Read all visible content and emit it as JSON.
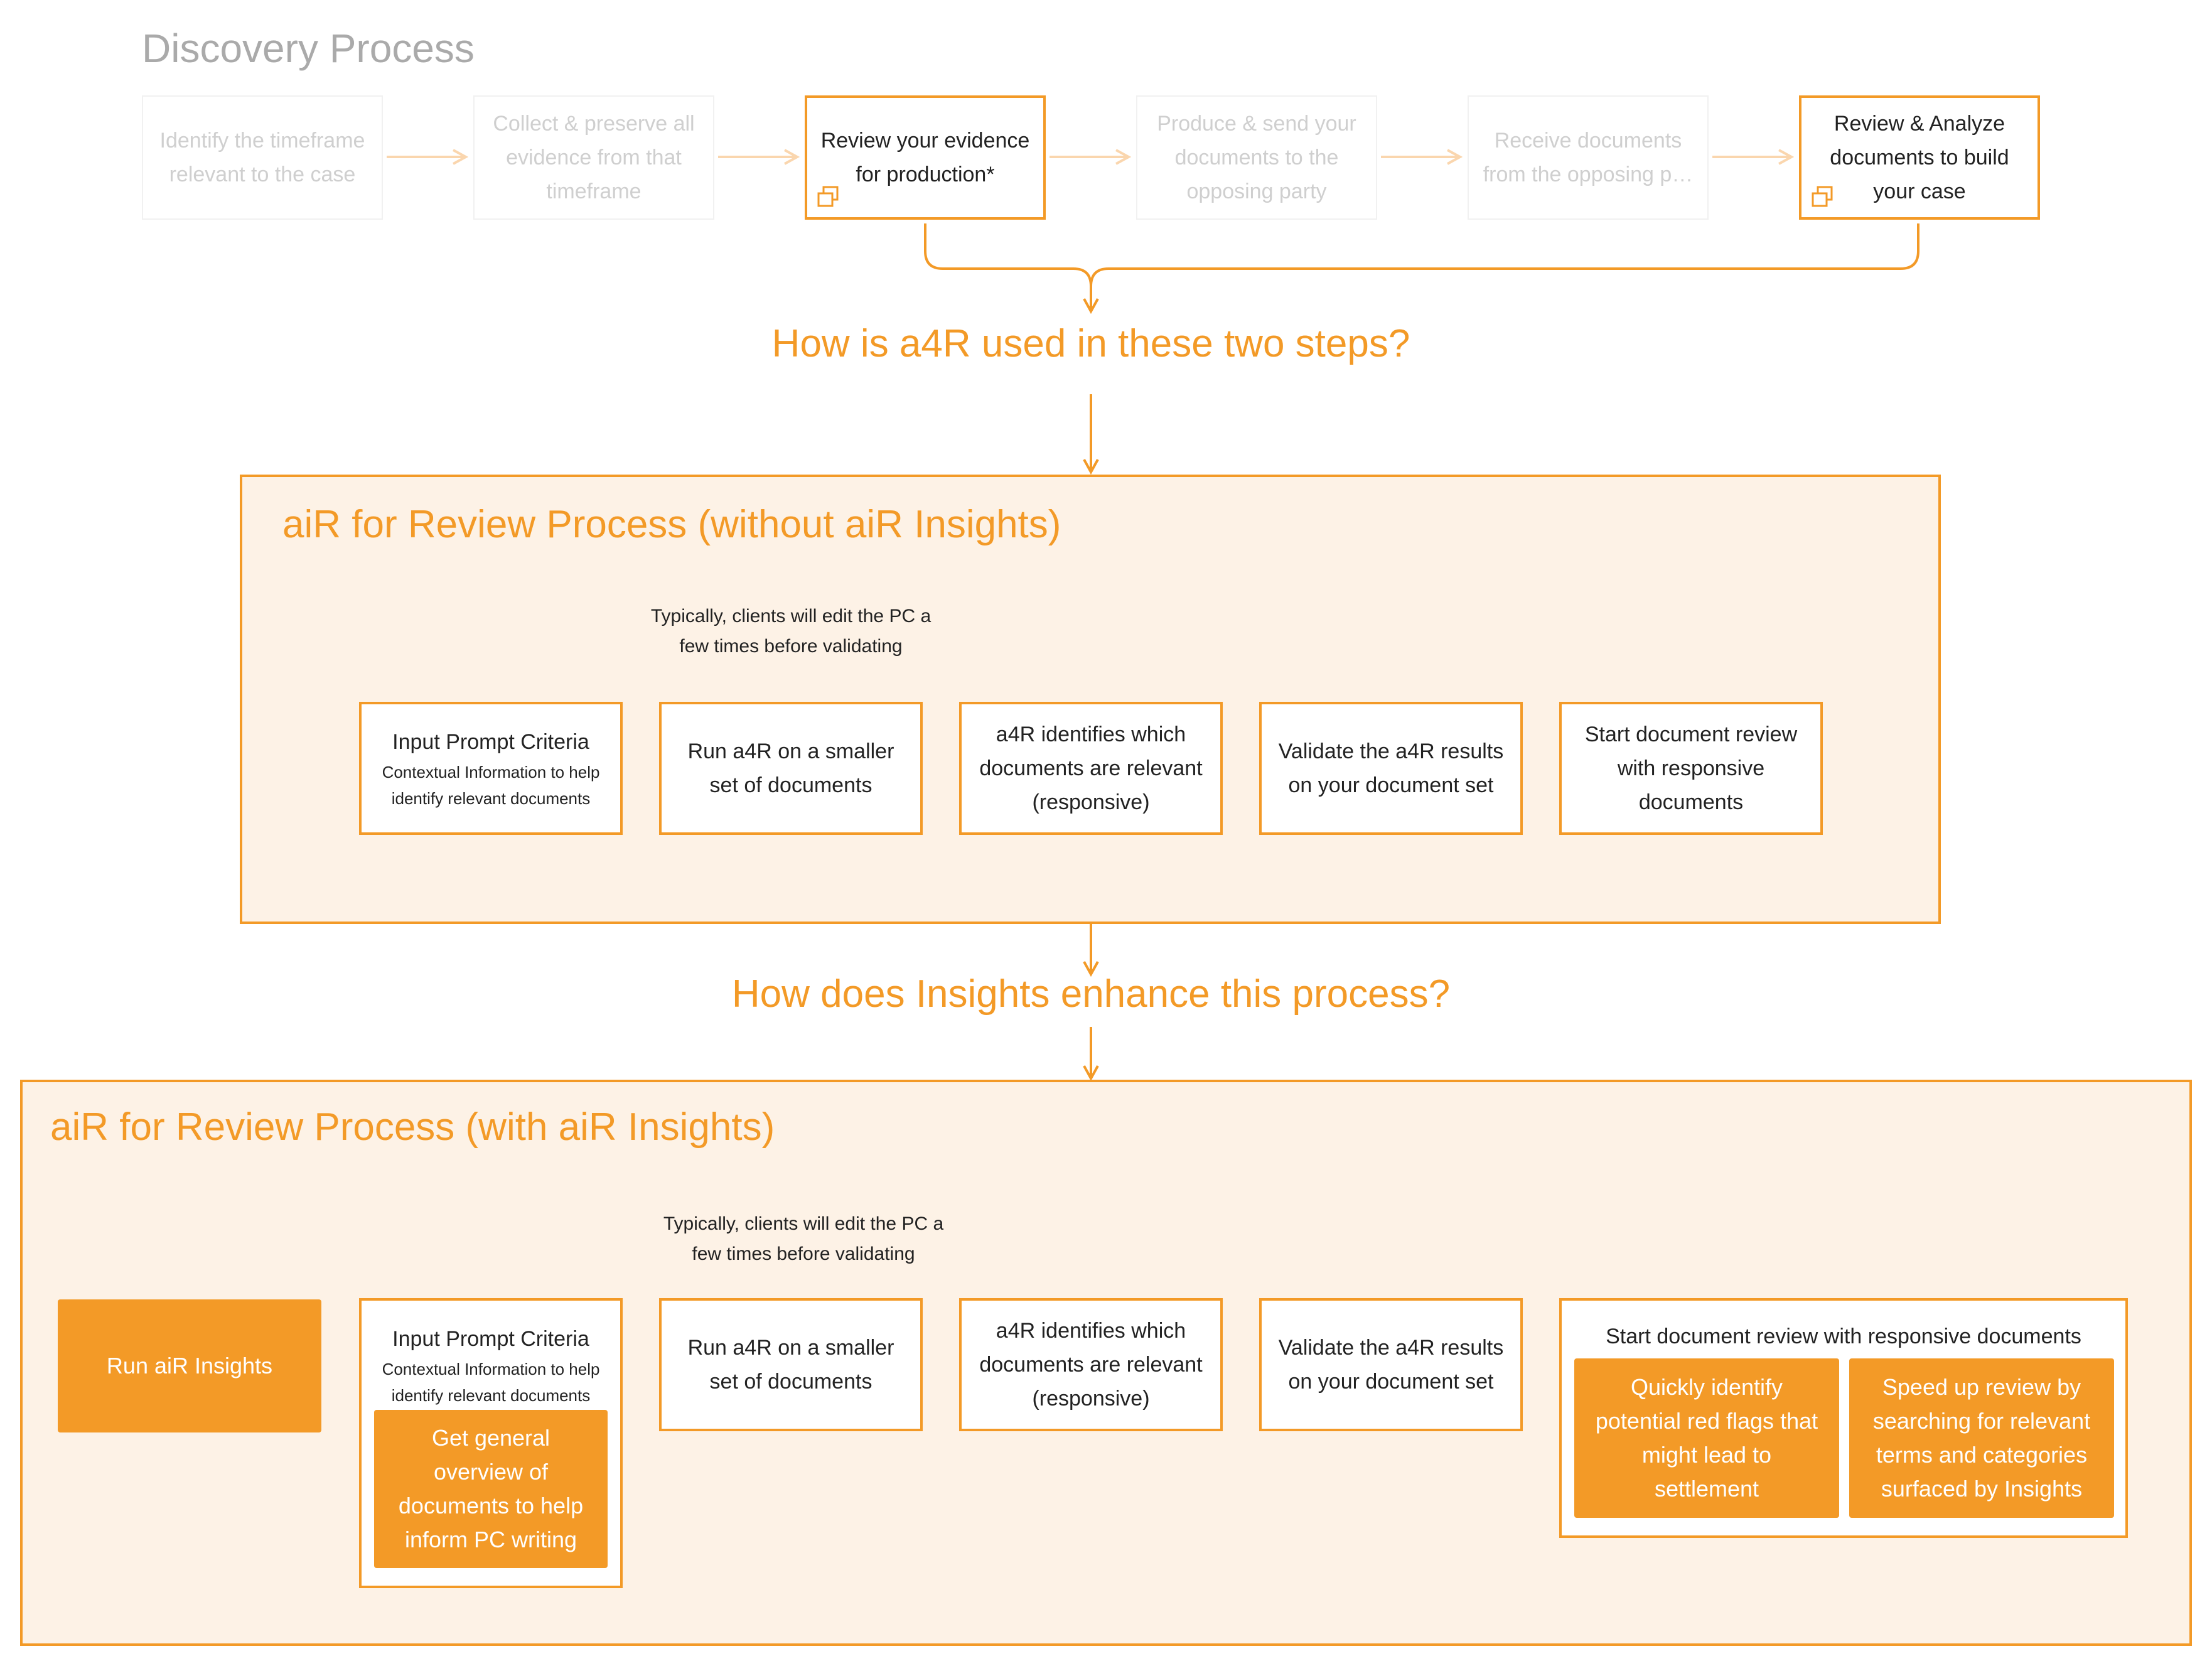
{
  "page_title": "Discovery Process",
  "discovery_steps": [
    {
      "label": "Identify the timeframe\nrelevant to the case",
      "highlighted": false
    },
    {
      "label": "Collect & preserve all\nevidence from that\ntimeframe",
      "highlighted": false
    },
    {
      "label": "Review your evidence\nfor production*",
      "highlighted": true
    },
    {
      "label": "Produce & send your\ndocuments to the\nopposing party",
      "highlighted": false
    },
    {
      "label": "Receive documents\nfrom the opposing p…",
      "highlighted": false
    },
    {
      "label": "Review & Analyze\ndocuments to build\nyour case",
      "highlighted": true
    }
  ],
  "question_1": "How is a4R used in these two steps?",
  "question_2": "How does Insights enhance this process?",
  "panel_without": {
    "title": "aiR for Review Process (without aiR Insights)",
    "loop_note": "Typically, clients will edit the PC a\nfew times before validating",
    "steps": [
      {
        "title": "Input Prompt Criteria",
        "sub": "Contextual Information to help\nidentify relevant documents"
      },
      {
        "title": "Run a4R on a smaller\nset of documents"
      },
      {
        "title": "a4R identifies which\ndocuments are relevant\n(responsive)"
      },
      {
        "title": "Validate the a4R results\non your document set"
      },
      {
        "title": "Start document review\nwith responsive\ndocuments"
      }
    ]
  },
  "panel_with": {
    "title": "aiR for Review Process (with aiR Insights)",
    "loop_note": "Typically, clients will edit the PC a\nfew times before validating",
    "run_insights": "Run aiR Insights",
    "input_step": {
      "title": "Input Prompt Criteria",
      "sub": "Contextual Information to help\nidentify relevant documents",
      "insight": "Get general\noverview of\ndocuments to help\ninform PC writing"
    },
    "steps": [
      {
        "title": "Run a4R on a smaller\nset of documents"
      },
      {
        "title": "a4R identifies which\ndocuments are relevant\n(responsive)"
      },
      {
        "title": "Validate the a4R results\non your document set"
      }
    ],
    "review_step": {
      "title": "Start document review with responsive documents",
      "insights": [
        "Quickly identify\npotential red flags that\nmight lead to\nsettlement",
        "Speed up review by\nsearching for relevant\nterms and categories\nsurfaced by Insights"
      ]
    }
  },
  "colors": {
    "accent": "#f39a27",
    "panel_bg": "#fdf2e6",
    "faded_text": "#cfcfcf",
    "title_gray": "#aaaaaa"
  }
}
